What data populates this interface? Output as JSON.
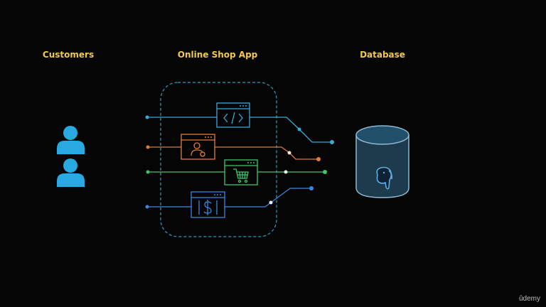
{
  "headers": {
    "customers": "Customers",
    "app": "Online Shop App",
    "database": "Database"
  },
  "colors": {
    "background": "#050505",
    "heading": "#f2c94c",
    "customer_icon": "#29a9e1",
    "container_border": "#2f9fbf",
    "line_code": "#3aa8d8",
    "line_user": "#e07b39",
    "line_cart": "#3ec56e",
    "line_payment": "#3a86e0",
    "database_stroke": "#8fb9d2",
    "postgres_icon": "#5aaee6"
  },
  "icons": [
    "user-icon",
    "user-icon",
    "code-window-icon",
    "user-profile-window-icon",
    "shopping-cart-window-icon",
    "dollar-window-icon",
    "database-cylinder-icon",
    "postgresql-elephant-icon"
  ],
  "watermark": "ûdemy"
}
